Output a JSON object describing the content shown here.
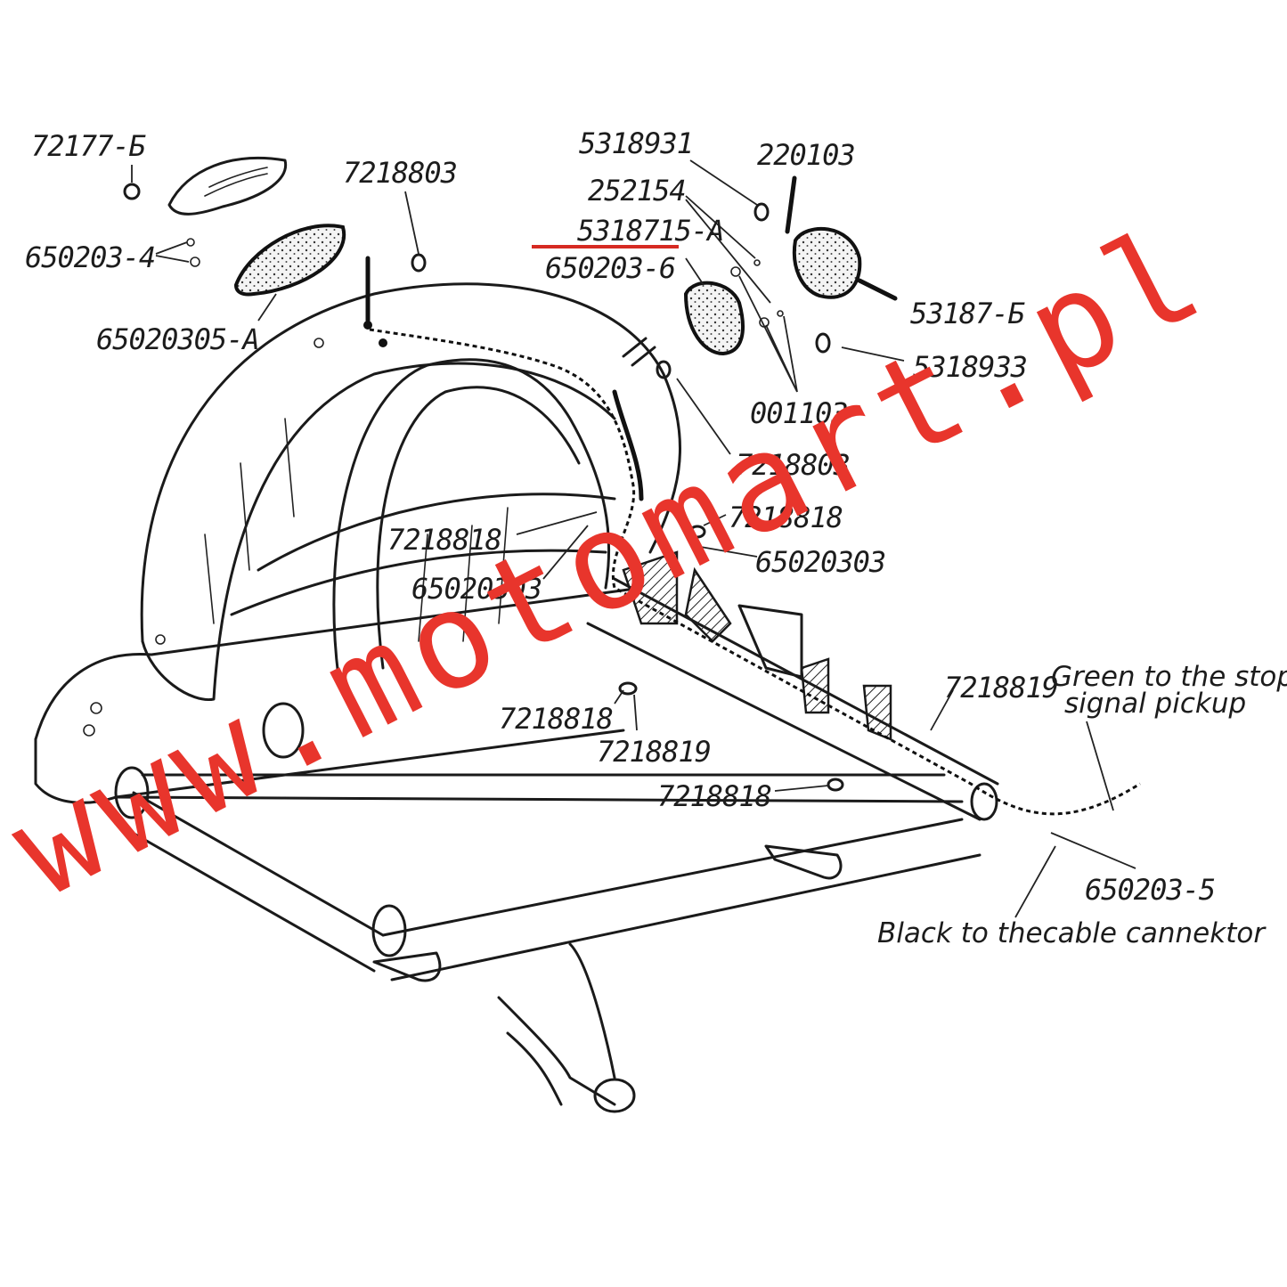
{
  "colors": {
    "ink": "#1a1a1a",
    "watermark": "#e8352c",
    "highlight": "#d62a22",
    "background": "#ffffff"
  },
  "parts": {
    "p72177b": "72177-Б",
    "p7218803_top": "7218803",
    "p650203_4": "650203-4",
    "p65020305a": "65020305-А",
    "p5318931": "5318931",
    "p220103": "220103",
    "p252154": "252154",
    "p5318715a": "5318715-А",
    "p650203_6": "650203-6",
    "p53187b": "53187-Б",
    "p5318933": "5318933",
    "p001103": "001103",
    "p7218803_mid": "7218803",
    "p7218818_r": "7218818",
    "p7218818_l": "7218818",
    "p65020303_r": "65020303",
    "p65020303_l": "65020303",
    "p7218819_r": "7218819",
    "p7218818_b": "7218818",
    "p7218819_b": "7218819",
    "p7218818_bottom": "7218818",
    "p650203_5": "650203-5"
  },
  "notes": {
    "green_line1": "Green to the stop-",
    "green_line2": "signal pickup",
    "black": "Black to thecable cannektor"
  },
  "watermark": "www.motomart.pl"
}
